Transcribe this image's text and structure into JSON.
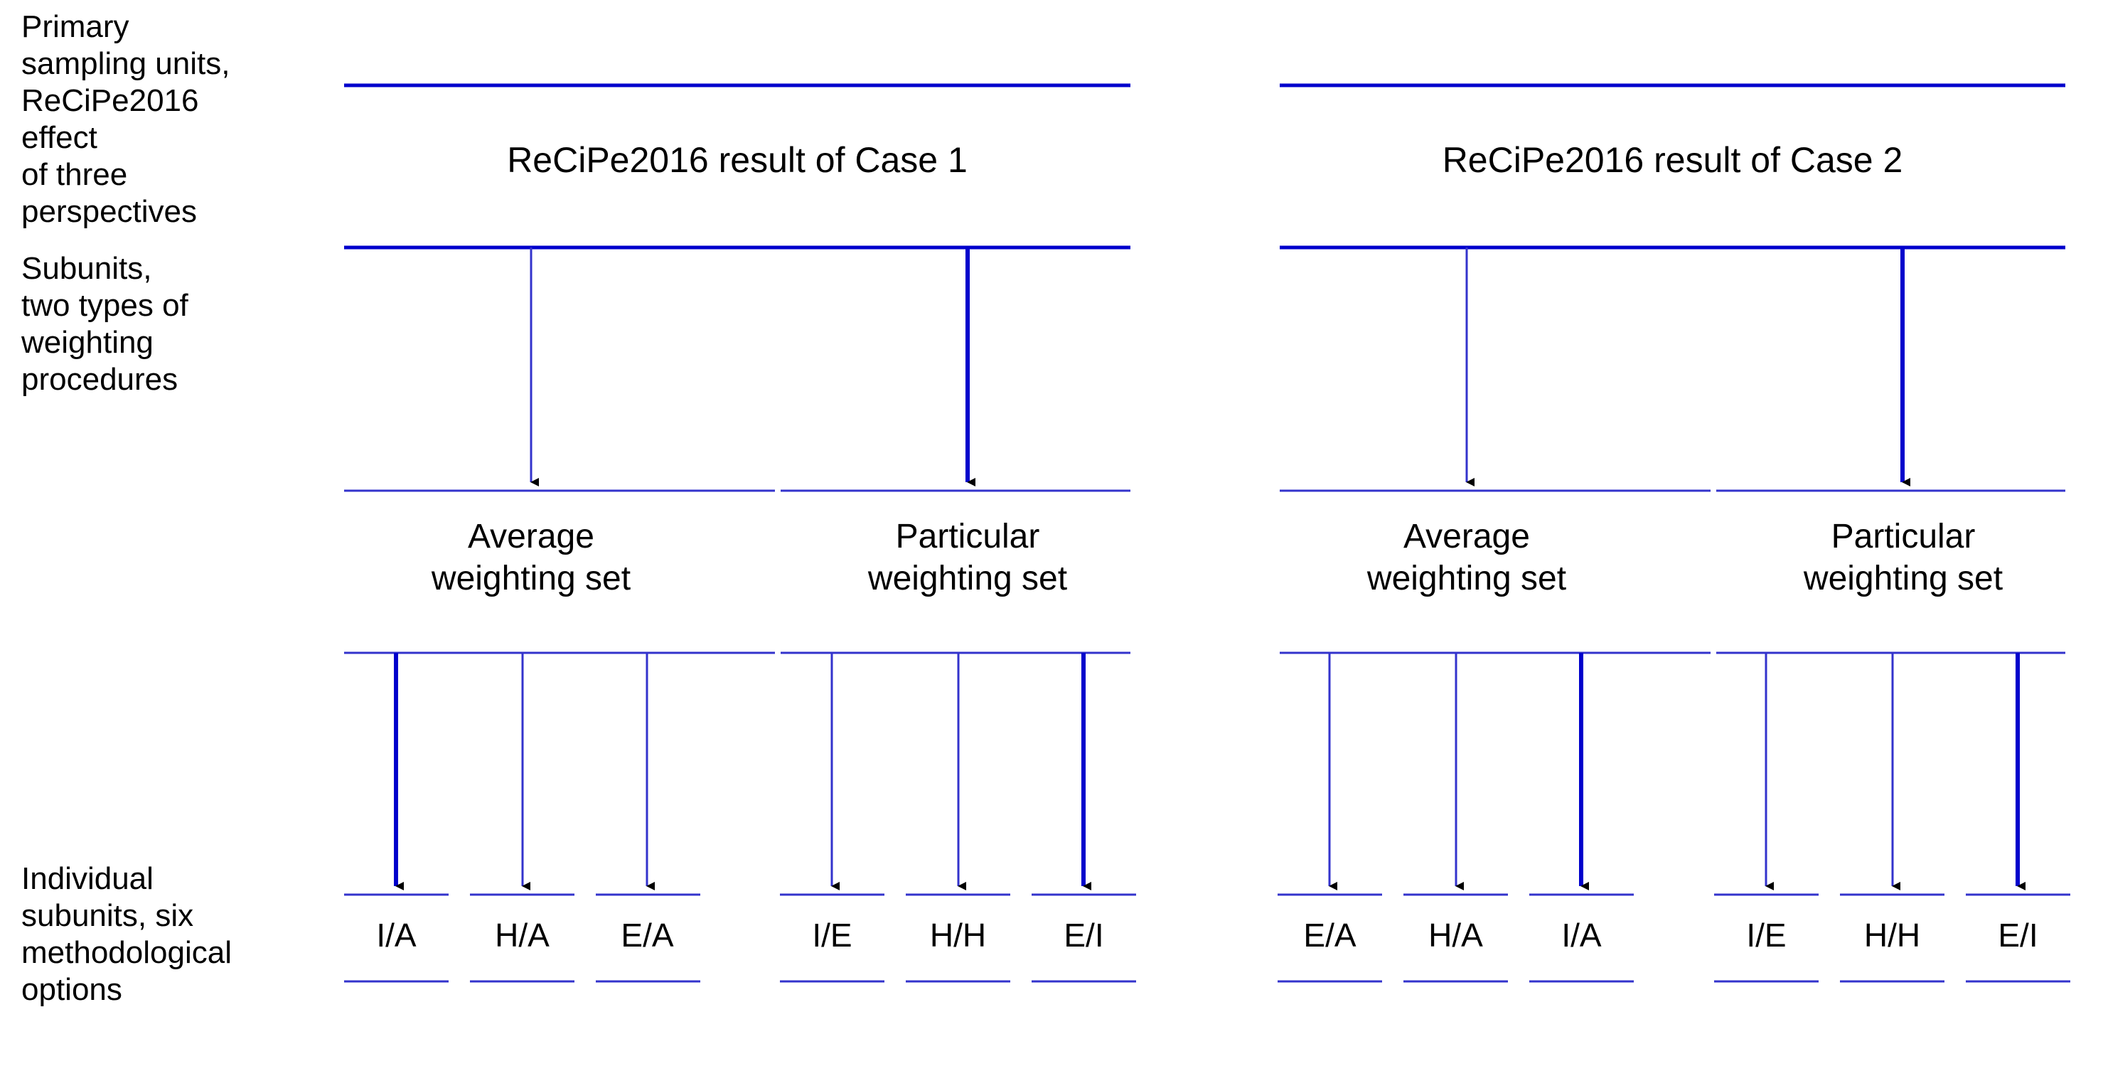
{
  "figure": {
    "accent_color": "#0000cc",
    "line_color_thin": "#3333cc",
    "text_color": "#000000",
    "background": "#ffffff"
  },
  "row_labels": [
    {
      "id": "primary-sampling-units",
      "text": "Primary\nsampling units,\nReCiPe2016\neffect\nof three\nperspectives"
    },
    {
      "id": "subunits",
      "text": "Subunits,\ntwo types of\nweighting\nprocedures"
    },
    {
      "id": "individual-subunits",
      "text": "Individual\nsubunits, six\nmethodological\noptions"
    }
  ],
  "cases": [
    {
      "id": "case-1",
      "title": "ReCiPe2016 result of Case 1",
      "groups": [
        {
          "id": "case-1-average",
          "caption": "Average\nweighting set",
          "emphasis": false,
          "options": [
            {
              "code": "I/A",
              "emphasis": true
            },
            {
              "code": "H/A",
              "emphasis": false
            },
            {
              "code": "E/A",
              "emphasis": false
            }
          ]
        },
        {
          "id": "case-1-particular",
          "caption": "Particular\nweighting set",
          "emphasis": true,
          "options": [
            {
              "code": "I/E",
              "emphasis": false
            },
            {
              "code": "H/H",
              "emphasis": false
            },
            {
              "code": "E/I",
              "emphasis": true
            }
          ]
        }
      ]
    },
    {
      "id": "case-2",
      "title": "ReCiPe2016 result of Case 2",
      "groups": [
        {
          "id": "case-2-average",
          "caption": "Average\nweighting set",
          "emphasis": false,
          "options": [
            {
              "code": "E/A",
              "emphasis": false
            },
            {
              "code": "H/A",
              "emphasis": false
            },
            {
              "code": "I/A",
              "emphasis": true
            }
          ]
        },
        {
          "id": "case-2-particular",
          "caption": "Particular\nweighting set",
          "emphasis": true,
          "options": [
            {
              "code": "I/E",
              "emphasis": false
            },
            {
              "code": "H/H",
              "emphasis": false
            },
            {
              "code": "E/I",
              "emphasis": true
            }
          ]
        }
      ]
    }
  ]
}
